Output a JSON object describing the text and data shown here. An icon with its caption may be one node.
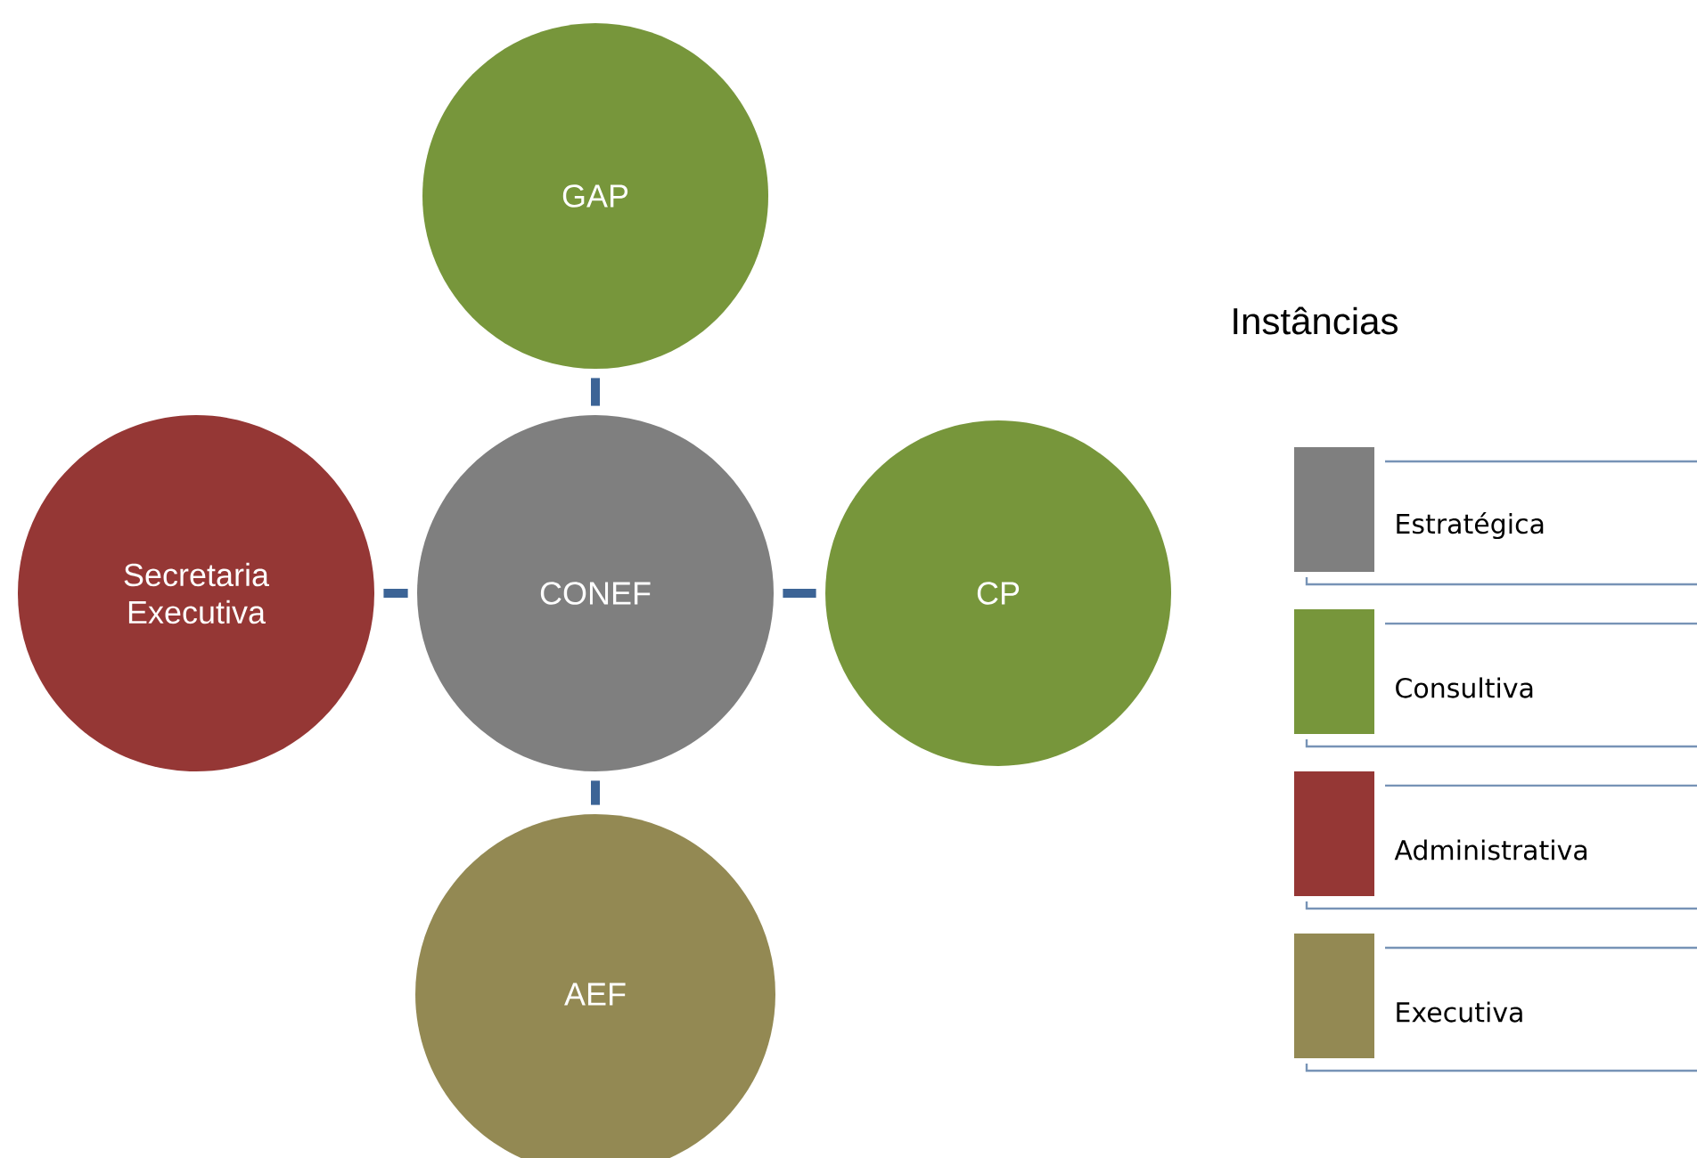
{
  "diagram": {
    "nodes": [
      {
        "text": [
          "GAP"
        ]
      },
      {
        "text": [
          "Secretaria Executiva"
        ]
      },
      {
        "text": [
          "CONEF"
        ]
      },
      {
        "text": [
          "CP"
        ]
      },
      {
        "text": [
          "AEF"
        ]
      }
    ],
    "edges": [
      {
        "from": 2,
        "to": 0,
        "arrow": "none"
      },
      {
        "from": 2,
        "to": 1,
        "arrow": "none"
      },
      {
        "from": 2,
        "to": 3,
        "arrow": "none"
      },
      {
        "from": 2,
        "to": 4,
        "arrow": "none"
      }
    ],
    "labels": [
      "Instâncias"
    ],
    "legend": [
      {
        "text": "Estratégica",
        "color": "#7f7f7f"
      },
      {
        "text": "Consultiva",
        "color": "#77963b"
      },
      {
        "text": "Administrativa",
        "color": "#953735"
      },
      {
        "text": "Executiva",
        "color": "#938953"
      }
    ]
  }
}
